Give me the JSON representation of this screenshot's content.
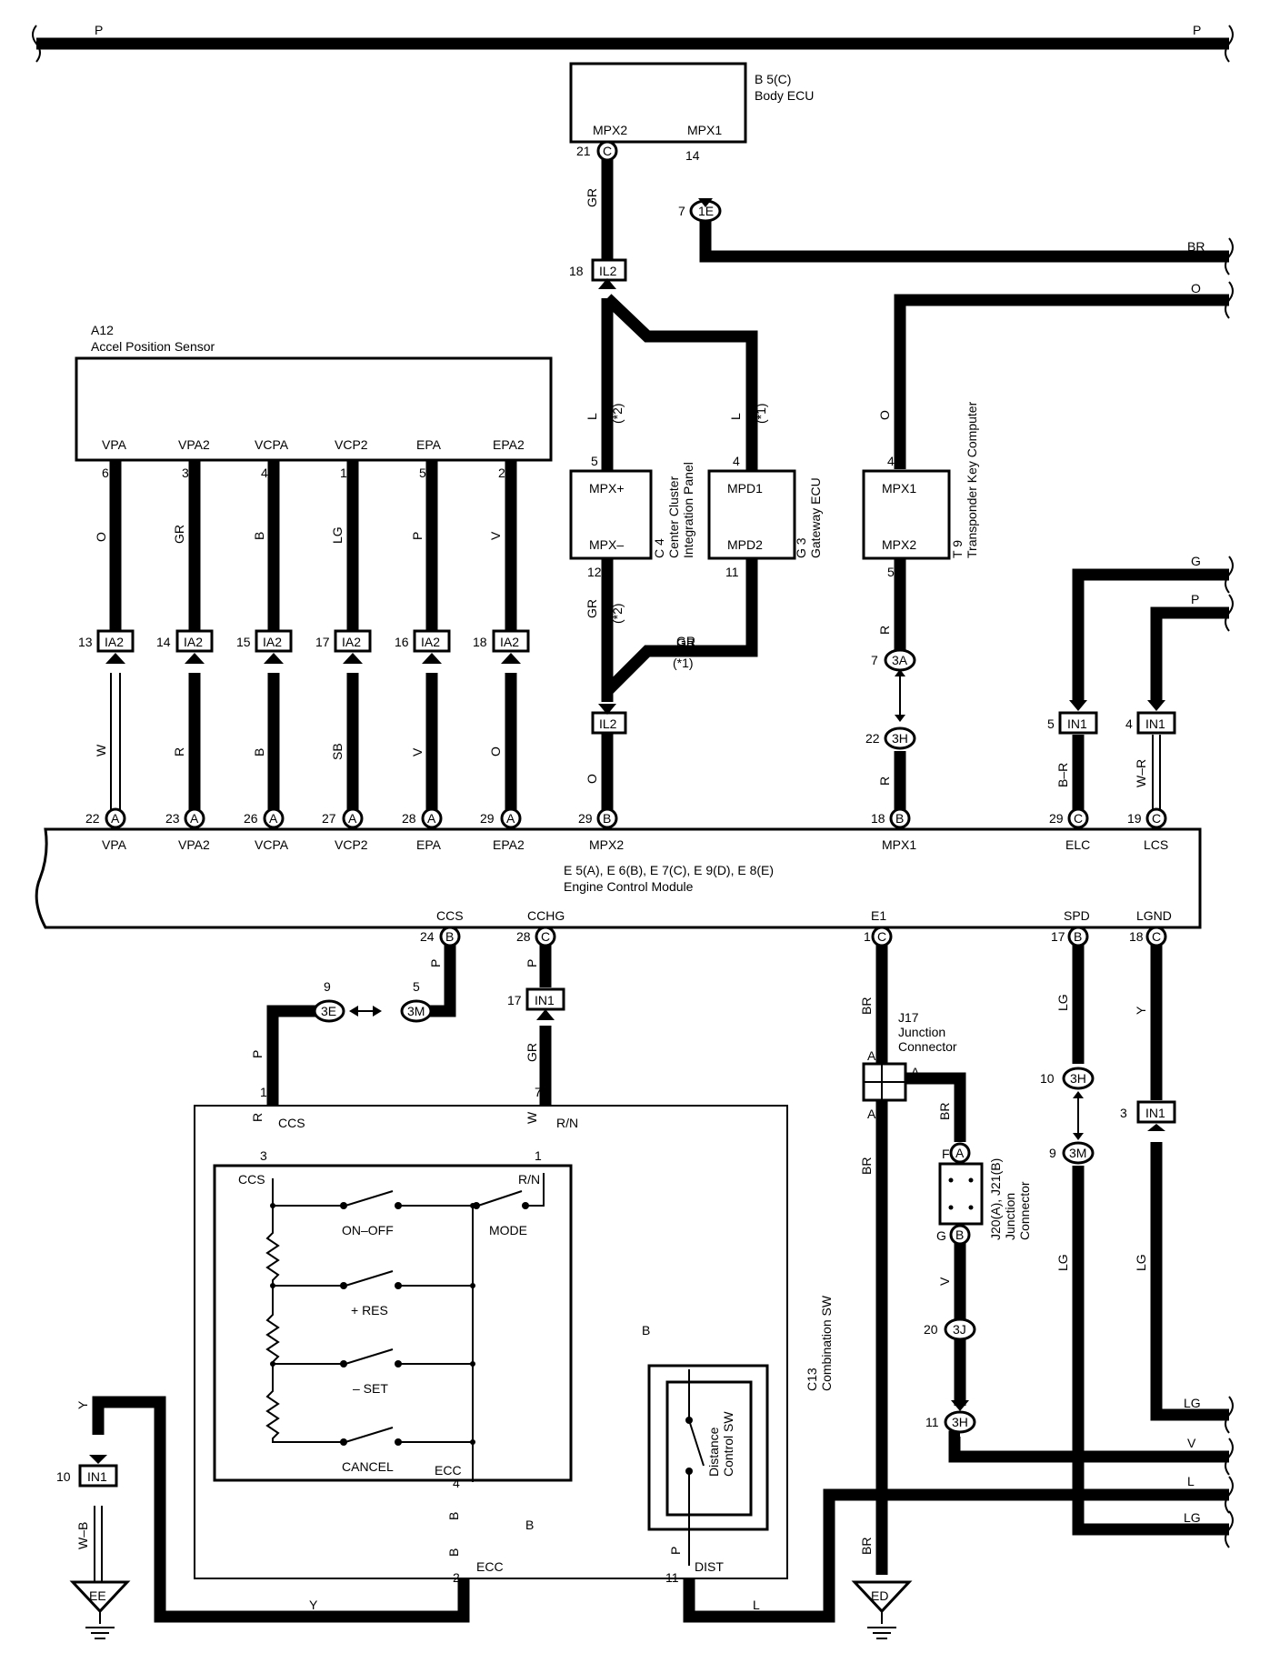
{
  "components": {
    "body_ecu": {
      "ref": "B 5(C)",
      "name": "Body ECU",
      "pin_left": "MPX2",
      "pin_right": "MPX1"
    },
    "accel_sensor": {
      "ref": "A12",
      "name": "Accel Position Sensor",
      "pins": [
        "VPA",
        "VPA2",
        "VCPA",
        "VCP2",
        "EPA",
        "EPA2"
      ],
      "pin_nums": [
        "6",
        "3",
        "4",
        "1",
        "5",
        "2"
      ]
    },
    "center_cluster": {
      "ref": "C 4",
      "name1": "Center Cluster",
      "name2": "Integration Panel",
      "pin_top": "MPX+",
      "pin_bottom": "MPX–"
    },
    "gateway_ecu": {
      "ref": "G 3",
      "name": "Gateway ECU",
      "pin_top": "MPD1",
      "pin_bottom": "MPD2"
    },
    "transponder": {
      "ref": "T 9",
      "name": "Transponder Key Computer",
      "pin_top": "MPX1",
      "pin_bottom": "MPX2"
    },
    "ecm": {
      "refs": "E 5(A), E 6(B), E 7(C), E 9(D), E 8(E)",
      "name": "Engine Control Module",
      "top_pins": [
        "VPA",
        "VPA2",
        "VCPA",
        "VCP2",
        "EPA",
        "EPA2",
        "MPX2",
        "MPX1",
        "ELC",
        "LCS"
      ],
      "bottom_pins": [
        "CCS",
        "CCHG",
        "E1",
        "SPD",
        "LGND"
      ]
    },
    "j17": {
      "ref": "J17",
      "name1": "Junction",
      "name2": "Connector"
    },
    "j20": {
      "ref": "J20(A), J21(B)",
      "name1": "Junction",
      "name2": "Connector"
    },
    "combination_sw": {
      "ref": "C13",
      "name": "Combination SW",
      "switches": [
        "ON–OFF",
        "+ RES",
        "– SET",
        "CANCEL",
        "MODE"
      ],
      "pins": [
        "CCS",
        "R/N",
        "ECC",
        "CCS",
        "R/N",
        "ECC",
        "DIST"
      ]
    },
    "distance_sw": {
      "line1": "Distance",
      "line2": "Control SW"
    },
    "grounds": [
      "EE",
      "ED"
    ]
  },
  "notes": {
    "n1": "(*1)",
    "n2": "(*2)"
  },
  "connectors": {
    "ia2": "IA2",
    "il2": "IL2",
    "in1": "IN1",
    "c1e": "1E",
    "c3a": "3A",
    "c3h": "3H",
    "c3e": "3E",
    "c3m": "3M",
    "c3j": "3J",
    "letter_a": "A",
    "letter_b": "B",
    "letter_c": "C",
    "letter_f": "F",
    "letter_g": "G"
  },
  "pin_numbers": [
    "21",
    "14",
    "7",
    "18",
    "5",
    "4",
    "12",
    "11",
    "13",
    "14",
    "15",
    "17",
    "16",
    "18",
    "22",
    "23",
    "26",
    "27",
    "28",
    "29",
    "29",
    "18",
    "29",
    "19",
    "24",
    "28",
    "1",
    "17",
    "18",
    "9",
    "5",
    "17",
    "1",
    "3",
    "7",
    "1",
    "10",
    "3",
    "9",
    "20",
    "11",
    "10",
    "2",
    "4",
    "11",
    "7",
    "22",
    "4",
    "5",
    "5",
    "4"
  ],
  "wire_colors": [
    "P",
    "BR",
    "O",
    "GR",
    "L",
    "O",
    "GR",
    "B",
    "LG",
    "P",
    "V",
    "W",
    "R",
    "B",
    "SB",
    "V",
    "O",
    "R",
    "G",
    "P",
    "B–R",
    "W–R",
    "P",
    "P",
    "R",
    "GR",
    "W",
    "BR",
    "BR",
    "BR",
    "V",
    "LG",
    "LG",
    "Y",
    "B",
    "B",
    "B",
    "Y",
    "W–B",
    "P",
    "L",
    "LG",
    "V",
    "L",
    "LG",
    "BR",
    "R"
  ]
}
